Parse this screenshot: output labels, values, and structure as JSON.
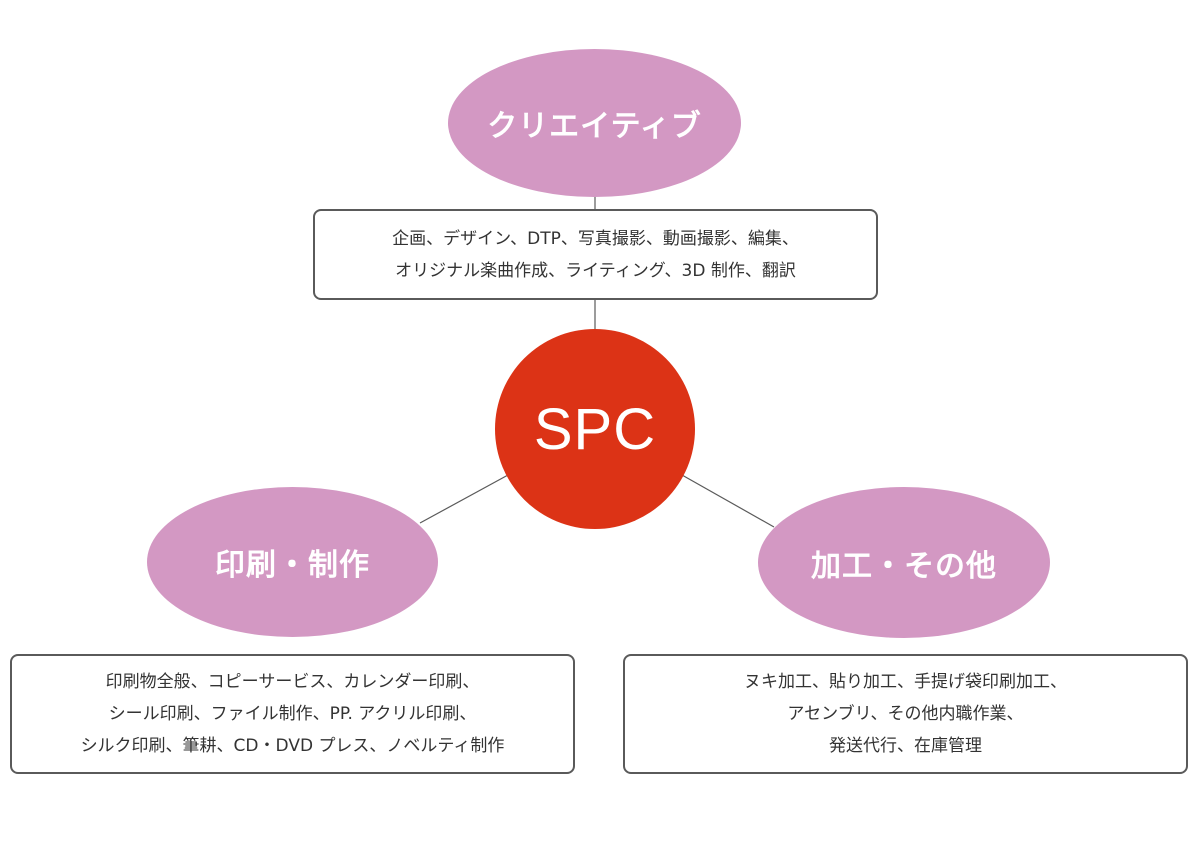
{
  "colors": {
    "node_fill": "#d398c3",
    "center_fill": "#dc3316",
    "box_border": "#5a5a5a",
    "connector": "#5a5a5a",
    "text": "#333333"
  },
  "center": {
    "label": "SPC"
  },
  "creative": {
    "label": "クリエイティブ",
    "lines": [
      "企画、デザイン、DTP、写真撮影、動画撮影、編集、",
      "オリジナル楽曲作成、ライティング、3D 制作、翻訳"
    ]
  },
  "printing": {
    "label": "印刷・制作",
    "lines": [
      "印刷物全般、コピーサービス、カレンダー印刷、",
      "シール印刷、ファイル制作、PP. アクリル印刷、",
      "シルク印刷、筆耕、CD・DVD プレス、ノベルティ制作"
    ]
  },
  "processing": {
    "label": "加工・その他",
    "lines": [
      "ヌキ加工、貼り加工、手提げ袋印刷加工、",
      "アセンブリ、その他内職作業、",
      "発送代行、在庫管理"
    ]
  }
}
